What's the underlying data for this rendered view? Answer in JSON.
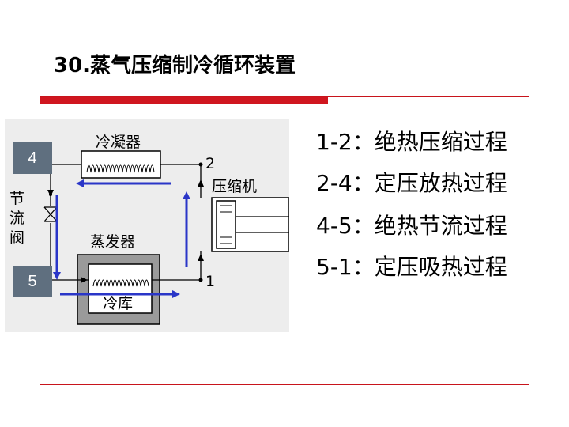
{
  "slide": {
    "title": "30.蒸气压缩制冷循环装置"
  },
  "diagram": {
    "condenser_label": "冷凝器",
    "evaporator_label": "蒸发器",
    "compressor_label": "压缩机",
    "cold_storage_label": "冷库",
    "throttle_label_chars": [
      "节",
      "流",
      "阀"
    ],
    "point_2": "2",
    "point_1": "1",
    "state_4": "4",
    "state_5": "5",
    "colors": {
      "flow_arrow": "#2a36c8",
      "state_box": "#5f6f7f",
      "evaporator_frame": "#9a9a9a"
    }
  },
  "processes": [
    "1-2：绝热压缩过程",
    "2-4：定压放热过程",
    "4-5：绝热节流过程",
    "5-1：定压吸热过程"
  ],
  "colors": {
    "accent": "#d0161f"
  }
}
